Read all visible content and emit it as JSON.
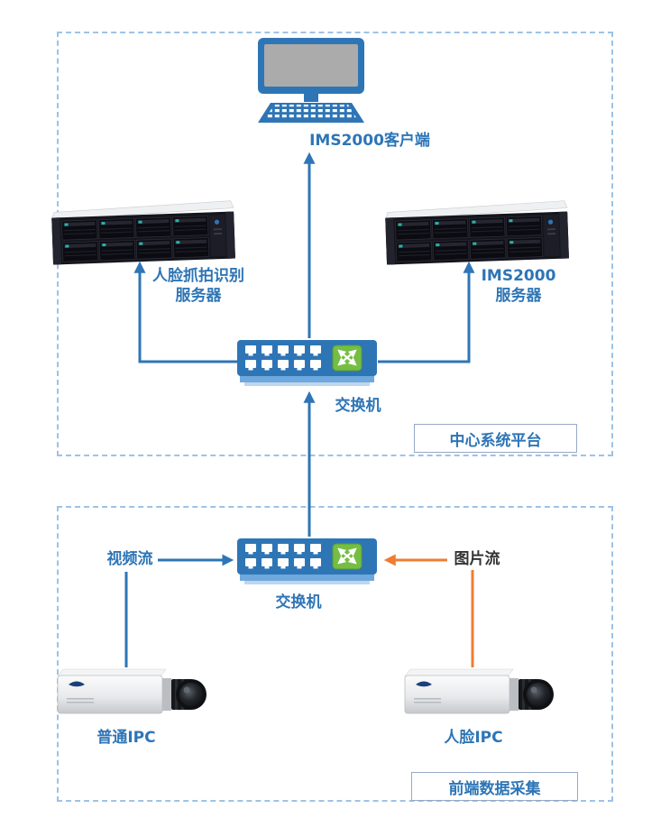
{
  "colors": {
    "blue": "#2E75B6",
    "orange": "#ED7D31",
    "dash": "#9DC3E6",
    "green": "#76BE43",
    "dark_text": "#333333"
  },
  "center_zone": {
    "zone_label": "中心系统平台",
    "client_label": "IMS2000客户端",
    "face_server_label_line1": "人脸抓拍识别",
    "face_server_label_line2": "服务器",
    "ims_server_label_line1": "IMS2000",
    "ims_server_label_line2": "服务器",
    "switch_label": "交换机"
  },
  "front_zone": {
    "zone_label": "前端数据采集",
    "switch_label": "交换机",
    "video_stream_label": "视频流",
    "picture_stream_label": "图片流",
    "normal_ipc_label": "普通IPC",
    "face_ipc_label": "人脸IPC"
  }
}
